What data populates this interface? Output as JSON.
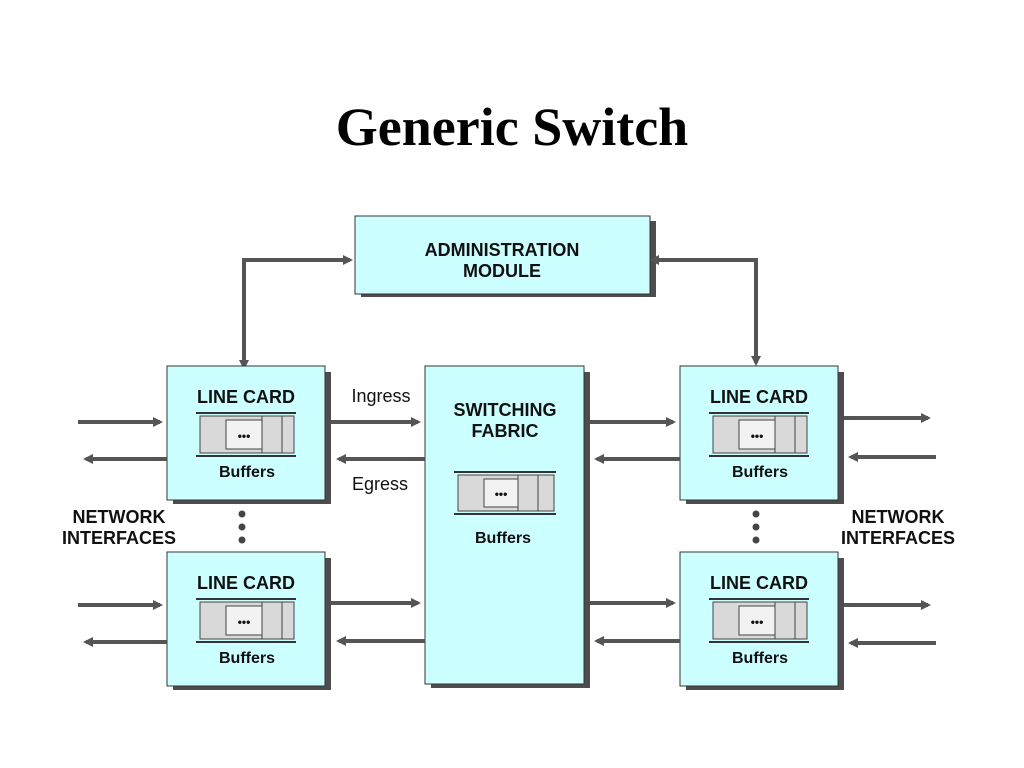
{
  "title": "Generic Switch",
  "admin_module": {
    "line1": "ADMINISTRATION",
    "line2": "MODULE"
  },
  "switching_fabric": {
    "line1": "SWITCHING",
    "line2": "FABRIC",
    "buffers": "Buffers"
  },
  "line_card": {
    "label": "LINE CARD",
    "buffers": "Buffers",
    "dots": "•••"
  },
  "flow_labels": {
    "ingress": "Ingress",
    "egress": "Egress"
  },
  "network_interfaces": {
    "line1": "NETWORK",
    "line2": "INTERFACES"
  },
  "colors": {
    "box_fill": "#ccffff",
    "box_shadow": "#4d4d4d",
    "arrow": "#555555",
    "buffer_fill": "#d9d9d9"
  }
}
